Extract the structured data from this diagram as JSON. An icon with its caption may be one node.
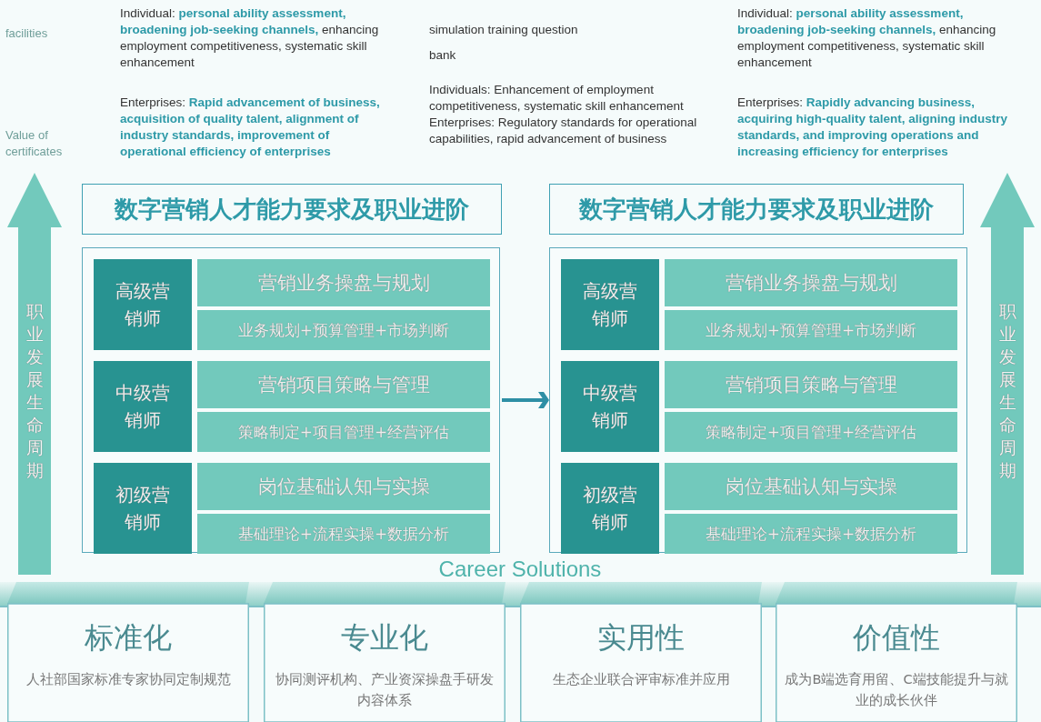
{
  "diagram": {
    "nodes": [
      {
        "text": [
          "职业发展生命周期"
        ]
      },
      {
        "text": [
          "数字营销人才能力要求及职业进阶"
        ]
      },
      {
        "text": [],
        "shape": "box"
      },
      {
        "text": [
          "高级营销师"
        ],
        "in": 2
      },
      {
        "text": [
          "营销业务操盘与规划"
        ],
        "in": 2
      },
      {
        "text": [
          "业务规划+预算管理+市场判断"
        ],
        "in": 2
      },
      {
        "text": [
          "中级营销师"
        ],
        "in": 2
      },
      {
        "text": [
          "营销项目策略与管理"
        ],
        "in": 2
      },
      {
        "text": [
          "策略制定+项目管理+经营评估"
        ],
        "in": 2
      },
      {
        "text": [
          "初级营销师"
        ],
        "in": 2
      },
      {
        "text": [
          "岗位基础认知与实操"
        ],
        "in": 2
      },
      {
        "text": [
          "基础理论+流程实操+数据分析"
        ],
        "in": 2
      },
      {
        "text": [
          "数字营销人才能力要求及职业进阶"
        ]
      },
      {
        "text": [],
        "shape": "box"
      },
      {
        "text": [
          "高级营销师"
        ],
        "in": 13
      },
      {
        "text": [
          "营销业务操盘与规划"
        ],
        "in": 13
      },
      {
        "text": [
          "业务规划+预算管理+市场判断"
        ],
        "in": 13
      },
      {
        "text": [
          "中级营销师"
        ],
        "in": 13
      },
      {
        "text": [
          "营销项目策略与管理"
        ],
        "in": 13
      },
      {
        "text": [
          "策略制定+项目管理+经营评估"
        ],
        "in": 13
      },
      {
        "text": [
          "初级营销师"
        ],
        "in": 13
      },
      {
        "text": [
          "岗位基础认知与实操"
        ],
        "in": 13
      },
      {
        "text": [
          "基础理论+流程实操+数据分析"
        ],
        "in": 13
      },
      {
        "text": [
          "职业发展生命周期"
        ]
      },
      {
        "text": [
          "标准化",
          "人社部国家标准专家协同定制规范"
        ]
      },
      {
        "text": [
          "专业化",
          "协同测评机构、产业资深操盘手研发内容体系"
        ]
      },
      {
        "text": [
          "实用性",
          "生态企业联合评审标准并应用"
        ]
      },
      {
        "text": [
          "价值性",
          "成为B端选育用留、C端技能提升与就业的成长伙伴"
        ]
      }
    ],
    "edges": [
      {
        "from": 2,
        "to": 13,
        "arrow": "to"
      }
    ],
    "labels": [
      "facilities",
      "Value of certificates",
      "Individual: **personal ability assessment, broadening job-seeking channels,** enhancing employment competitiveness, systematic skill enhancement",
      "Enterprises: **Rapid advancement of business, acquisition of quality talent, alignment of industry standards, improvement of operational efficiency of enterprises**",
      "simulation training question",
      "bank",
      "Individuals: Enhancement of employment competitiveness, systematic skill enhancement Enterprises: Regulatory standards for operational capabilities, rapid advancement of business",
      "Individual: **personal ability assessment, broadening job-seeking channels,** enhancing employment competitiveness, systematic skill enhancement",
      "Enterprises: **Rapidly advancing business, acquiring high-quality talent, aligning industry standards, and improving operations and increasing efficiency for enterprises**",
      "Career Solutions"
    ]
  }
}
